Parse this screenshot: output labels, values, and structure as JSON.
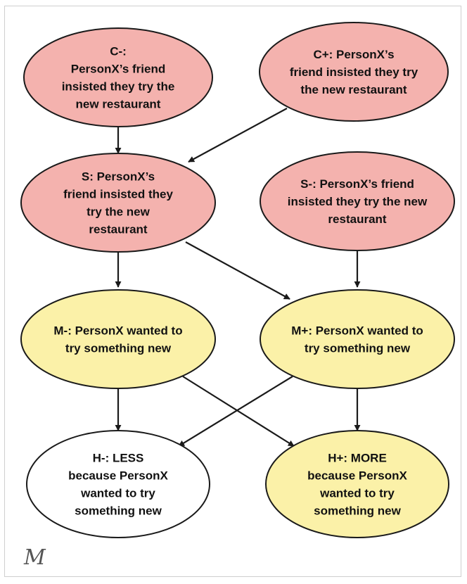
{
  "colors": {
    "context": "#f4b2ae",
    "motivation": "#fbf1a8",
    "outcome_less": "#ffffff",
    "outcome_more": "#fbf1a8",
    "stroke": "#1a1a1a"
  },
  "nodes": {
    "c_minus": {
      "lines": [
        "C-:",
        "PersonX’s friend",
        "insisted they try the",
        "new restaurant"
      ]
    },
    "c_plus": {
      "lines": [
        "C+: PersonX’s",
        "friend insisted they try",
        "the new restaurant"
      ]
    },
    "s": {
      "lines": [
        "S: PersonX’s",
        "friend insisted they",
        "try the new",
        "restaurant"
      ]
    },
    "s_minus": {
      "lines": [
        "S-: PersonX’s friend",
        "insisted they try the new",
        "restaurant"
      ]
    },
    "m_minus": {
      "lines": [
        "M-:  PersonX wanted to",
        "try something new"
      ]
    },
    "m_plus": {
      "lines": [
        "M+: PersonX wanted to",
        "try something new"
      ]
    },
    "h_minus": {
      "lines": [
        "H-: LESS",
        "because PersonX",
        "wanted to try",
        "something new"
      ]
    },
    "h_plus": {
      "lines": [
        "H+: MORE",
        "because PersonX",
        "wanted to try",
        "something new"
      ]
    }
  },
  "edges": [
    {
      "from": "c_minus",
      "to": "s"
    },
    {
      "from": "c_plus",
      "to": "s"
    },
    {
      "from": "s",
      "to": "m_minus"
    },
    {
      "from": "s",
      "to": "m_plus"
    },
    {
      "from": "s_minus",
      "to": "m_plus"
    },
    {
      "from": "m_minus",
      "to": "h_minus"
    },
    {
      "from": "m_minus",
      "to": "h_plus"
    },
    {
      "from": "m_plus",
      "to": "h_minus"
    },
    {
      "from": "m_plus",
      "to": "h_plus"
    }
  ],
  "logo": {
    "glyph": "M",
    "icon": "signature-logo-icon"
  }
}
